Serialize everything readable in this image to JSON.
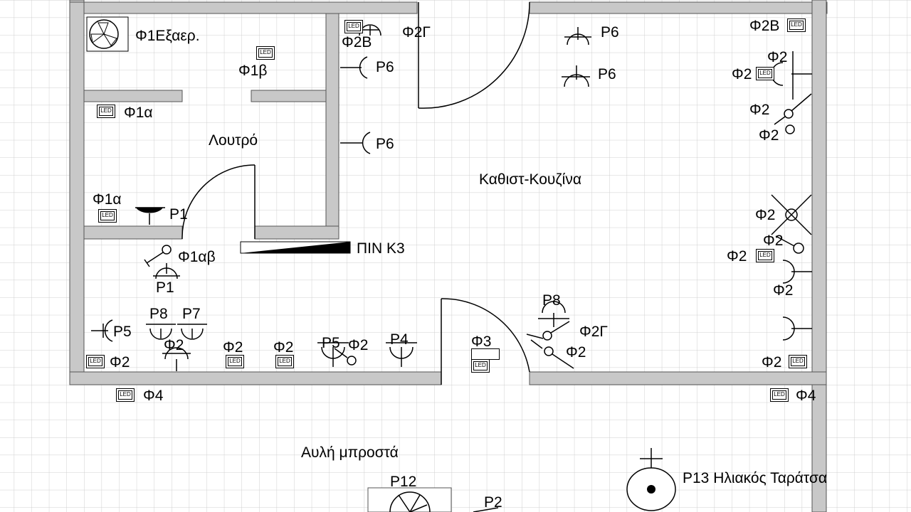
{
  "rooms": {
    "bathroom": "Λουτρό",
    "living_kitchen": "Καθιστ-Κουζίνα",
    "front_yard": "Αυλή μπροστά"
  },
  "panel": {
    "label": "ΠΙΝ Κ3"
  },
  "led_text": "LED",
  "labels": {
    "f1_exhaust": "Φ1Εξαερ.",
    "f1b": "Φ1β",
    "f1a_top": "Φ1α",
    "f1a_low": "Φ1α",
    "f1ab": "Φ1αβ",
    "p1_bath": "Ρ1",
    "p1_hall": "Ρ1",
    "f2g_top": "Φ2Γ",
    "f2v_top": "Φ2Β",
    "p6_a": "Ρ6",
    "p6_b": "Ρ6",
    "p6_c": "Ρ6",
    "p6_d": "Ρ6",
    "f2v_right": "Φ2Β",
    "f2_r1": "Φ2",
    "f2_r2": "Φ2",
    "f2_r3": "Φ2",
    "f2_r4": "Φ2",
    "f2_r5": "Φ2",
    "f2_r6": "Φ2",
    "f2_r7": "Φ2",
    "f2_r8": "Φ2",
    "f2_r9": "Φ2",
    "p8_right": "Ρ8",
    "f2g_mid": "Φ2Γ",
    "f2_mid": "Φ2",
    "f3": "Φ3",
    "p5_left": "Ρ5",
    "p8_left": "Ρ8",
    "p7": "Ρ7",
    "f2_b1": "Φ2",
    "f2_b2": "Φ2",
    "f2_b3": "Φ2",
    "f2_b4": "Φ2",
    "p5_b": "Ρ5",
    "f2_b5": "Φ2",
    "p4": "Ρ4",
    "f4_left": "Φ4",
    "f4_right": "Φ4",
    "p12": "Ρ12",
    "p2": "Ρ2",
    "p13": "Ρ13 Ηλιακός Ταράτσα"
  }
}
